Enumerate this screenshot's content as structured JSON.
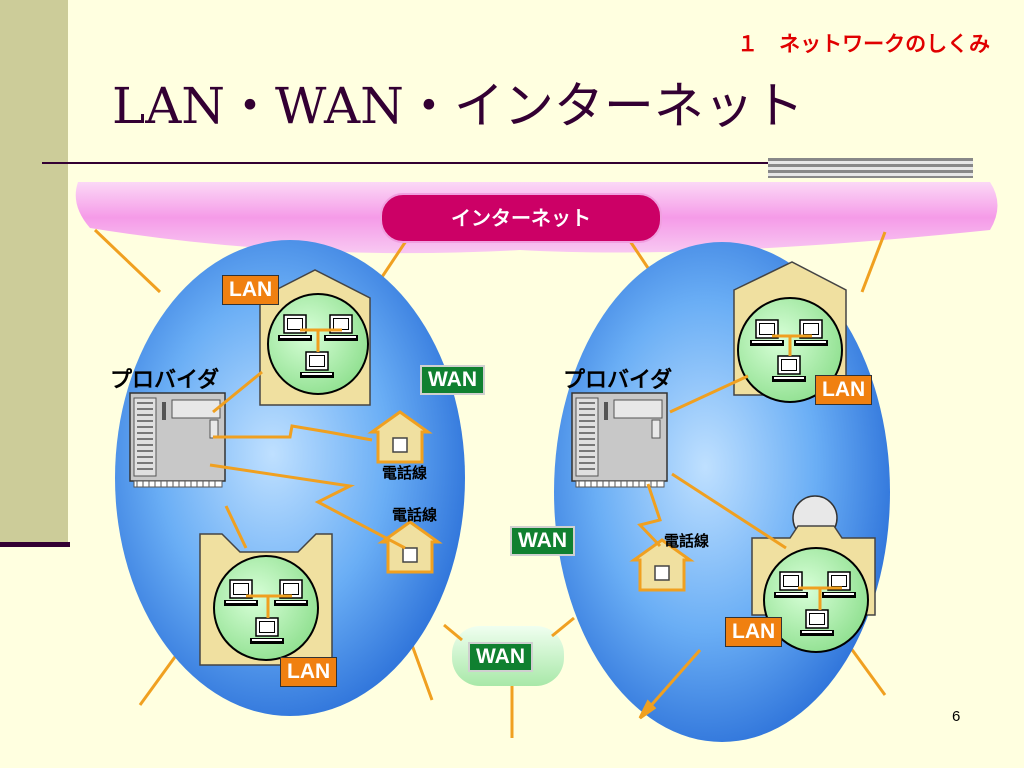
{
  "slide": {
    "subtitle": "１　ネットワークのしくみ",
    "title": "LAN・WAN・インターネット",
    "page_number": "6"
  },
  "diagram": {
    "internet_label": "インターネット",
    "provider_left": "プロバイダ",
    "provider_right": "プロバイダ",
    "lan_label": "LAN",
    "wan_label": "WAN",
    "telephone_line_label": "電話線"
  },
  "colors": {
    "cloud_blue": "#3a8ee6",
    "internet_pink": "#f7a8f0",
    "internet_box": "#cc0066",
    "lan_orange": "#f08010",
    "wan_green": "#108030",
    "line_orange": "#f0a020",
    "lan_circle_green": "#a8f0a8"
  }
}
